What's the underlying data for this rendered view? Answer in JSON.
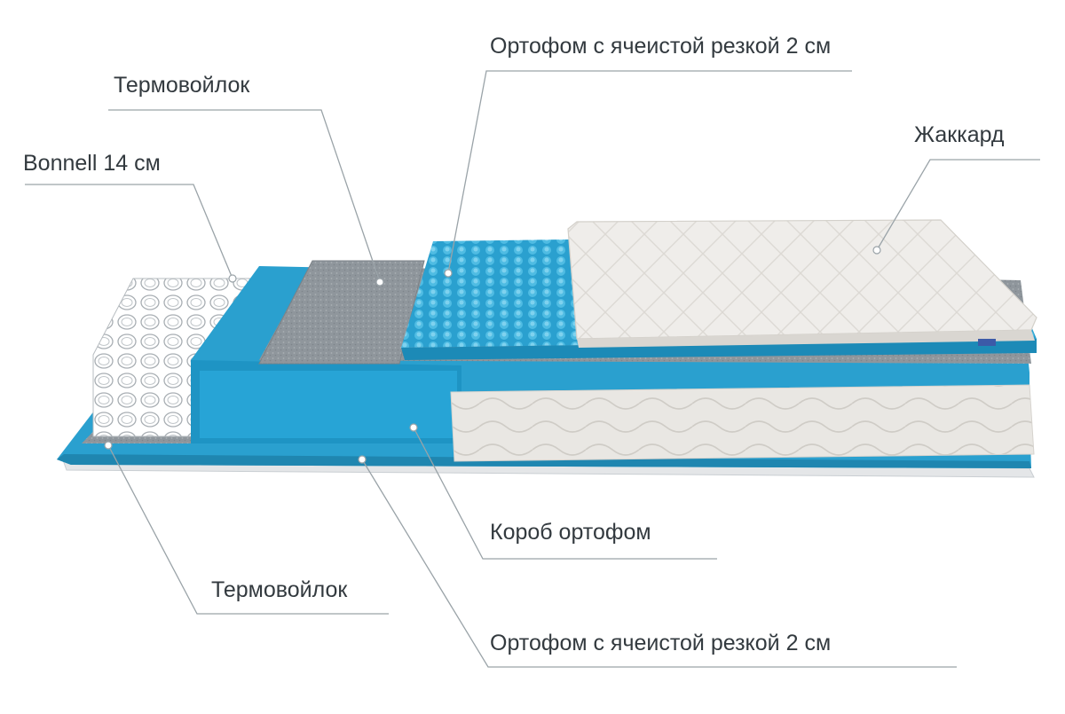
{
  "diagram": {
    "labels": {
      "top_ortofom": "Ортофом с ячеистой резкой 2 см",
      "top_termovoylok": "Термовойлок",
      "bonnell": "Bonnell 14 см",
      "jacquard": "Жаккард",
      "korob": "Короб ортофом",
      "bottom_termovoylok": "Термовойлок",
      "bottom_ortofom": "Ортофом с ячеистой резкой 2 см"
    },
    "colors": {
      "foam_blue": "#2aa0cf",
      "felt_gray": "#8f969c",
      "jacquard_white": "#efedea",
      "leader_line": "#9aa3a8",
      "label_text": "#333a3f"
    }
  }
}
